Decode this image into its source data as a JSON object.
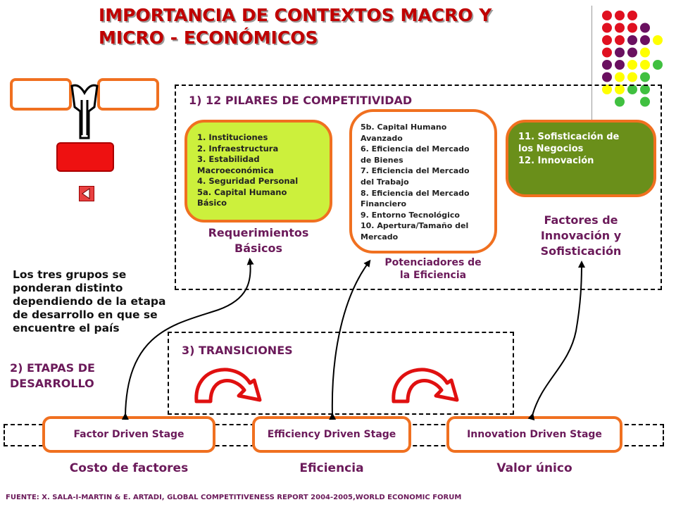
{
  "title_line1": "IMPORTANCIA DE CONTEXTOS MACRO Y",
  "title_line2": "MICRO - ECONÓMICOS",
  "pillars": {
    "header": "1)  12 PILARES DE COMPETITIVIDAD",
    "basic": {
      "items": [
        "1. Instituciones",
        "2. Infraestructura",
        "3. Estabilidad",
        "Macroeconómica",
        "4. Seguridad Personal",
        "5a. Capital Humano",
        "Básico"
      ],
      "label_line1": "Requerimientos",
      "label_line2": "Básicos"
    },
    "efficiency": {
      "items": [
        "5b. Capital Humano",
        "Avanzado",
        "6. Eficiencia del Mercado",
        "de Bienes",
        "7. Eficiencia del Mercado",
        "del Trabajo",
        "8. Eficiencia del Mercado",
        "Financiero",
        "9. Entorno Tecnológico",
        "10. Apertura/Tamaño del",
        "Mercado"
      ],
      "label_line1": "Potenciadores de",
      "label_line2": "la Eficiencia"
    },
    "innovation": {
      "items": [
        "11. Sofisticación de",
        "los Negocios",
        "12. Innovación"
      ],
      "label_line1": "Factores de",
      "label_line2": "Innovación y",
      "label_line3": "Sofisticación"
    }
  },
  "note": "Los tres grupos se ponderan distinto dependiendo de la etapa de desarrollo en que se encuentre el país",
  "transitions_header": "3)  TRANSICIONES",
  "stages_header_line1": "2)  ETAPAS DE",
  "stages_header_line2": "DESARROLLO",
  "stages": [
    {
      "label": "Factor Driven Stage",
      "outcome": "Costo de factores"
    },
    {
      "label": "Efficiency Driven Stage",
      "outcome": "Eficiencia"
    },
    {
      "label": "Innovation Driven Stage",
      "outcome": "Valor único"
    }
  ],
  "source": "FUENTE: X. SALA-I-MARTIN & E. ARTADI, GLOBAL COMPETITIVENESS REPORT 2004-2005,WORLD ECONOMIC FORUM",
  "colors": {
    "accent_orange": "#f07020",
    "title_red": "#c00000",
    "label_purple": "#6b1a5a",
    "basic_fill": "#ccf03c",
    "innovation_fill": "#6a8f1a",
    "arrow_red": "#e01010",
    "dot_red": "#e01020",
    "dot_purple": "#6a1060",
    "dot_yellow": "#ffff00",
    "dot_green": "#40c040"
  },
  "icons": [
    "decorative-dot-grid",
    "tuning-fork-logo-icon",
    "back-arrow-icon",
    "curved-transition-arrow-icon"
  ]
}
